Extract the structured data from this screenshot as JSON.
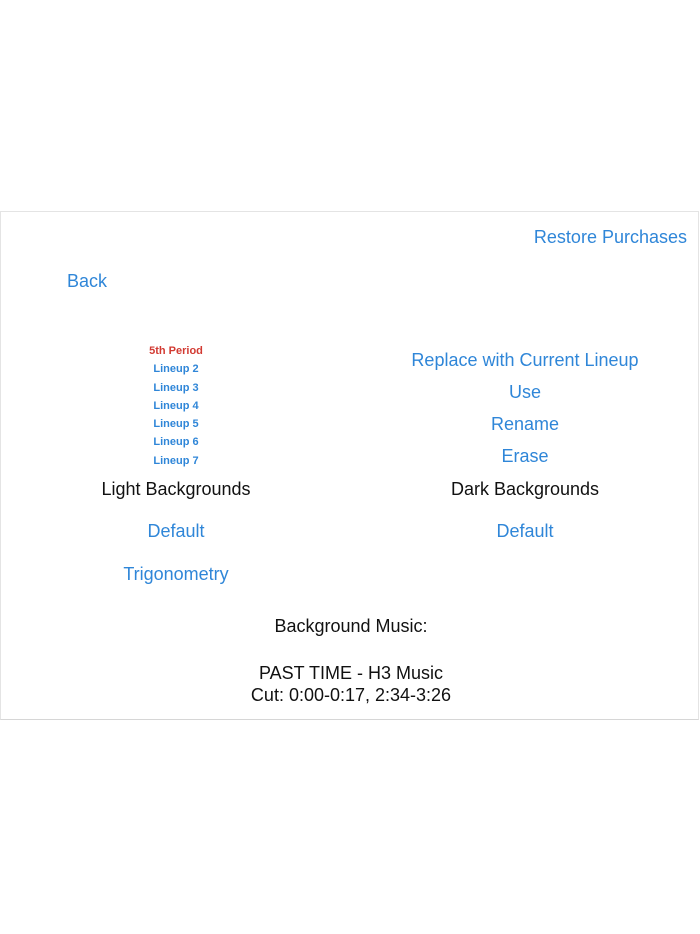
{
  "header": {
    "restore_label": "Restore Purchases",
    "back_label": "Back"
  },
  "lineups": {
    "items": [
      "5th Period",
      "Lineup 2",
      "Lineup 3",
      "Lineup 4",
      "Lineup 5",
      "Lineup 6",
      "Lineup 7"
    ],
    "selected_index": 0
  },
  "lineup_actions": {
    "replace_label": "Replace with Current Lineup",
    "use_label": "Use",
    "rename_label": "Rename",
    "erase_label": "Erase"
  },
  "backgrounds": {
    "light_title": "Light Backgrounds",
    "light_items": [
      "Default",
      "Trigonometry"
    ],
    "dark_title": "Dark Backgrounds",
    "dark_items": [
      "Default"
    ]
  },
  "music": {
    "label": "Background Music:",
    "track": "PAST TIME - H3 Music",
    "cut": "Cut: 0:00-0:17, 2:34-3:26"
  },
  "colors": {
    "link": "#2f86d8",
    "selected": "#d23a32",
    "text": "#111111",
    "background": "#ffffff"
  }
}
